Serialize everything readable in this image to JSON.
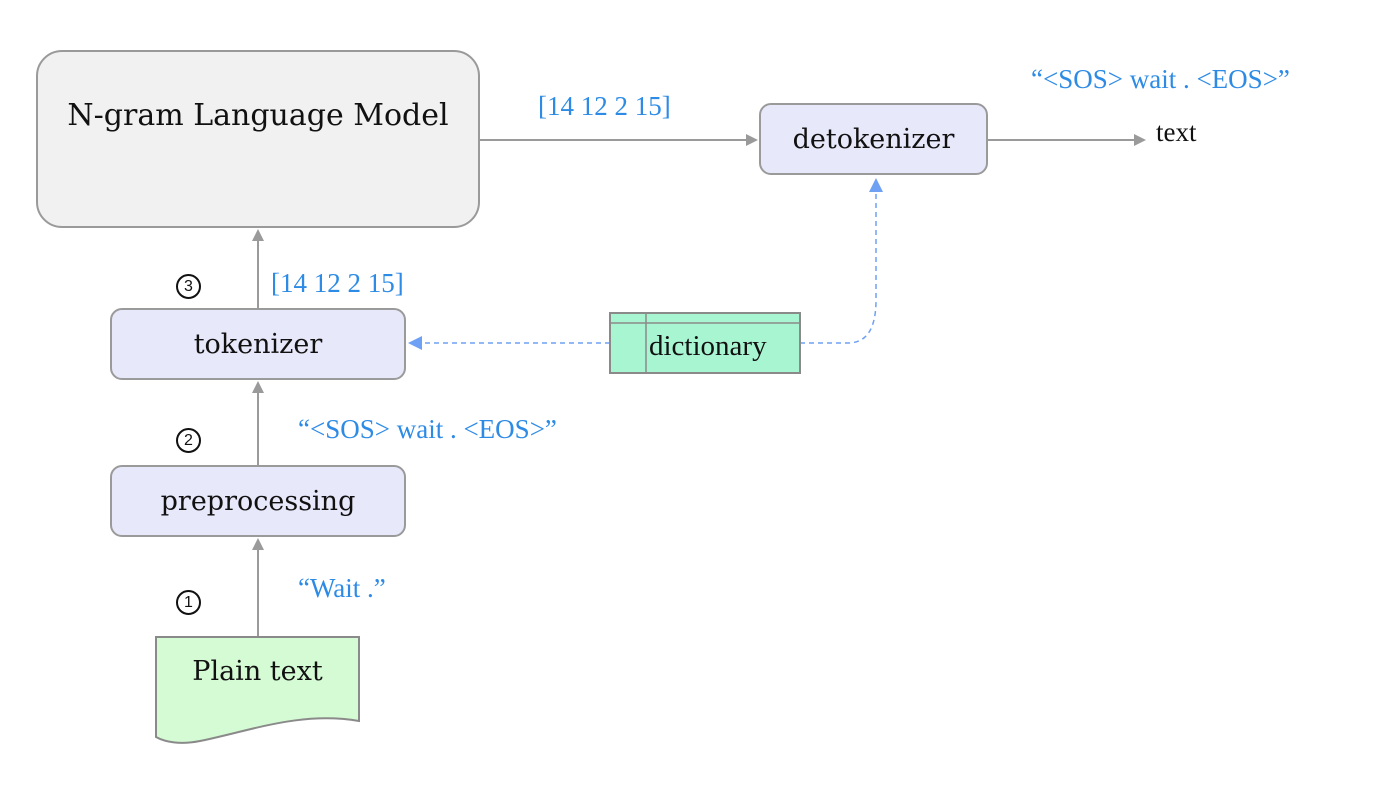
{
  "nodes": {
    "model": "N-gram  Language  Model",
    "tokenizer": "tokenizer",
    "preprocessing": "preprocessing",
    "detokenizer": "detokenizer",
    "dictionary": "dictionary",
    "plain_text": "Plain  text"
  },
  "edge_labels": {
    "model_to_detokenizer": "[14  12   2  15]",
    "tokenizer_to_model": "[14  12   2  15]",
    "preprocessing_to_tokenizer": "“<SOS>  wait  .  <EOS>”",
    "plain_text_to_preprocessing": "“Wait  .”",
    "detokenizer_output_value": "“<SOS>  wait  .  <EOS>”",
    "detokenizer_output": "text"
  },
  "steps": {
    "step1": "1",
    "step2": "2",
    "step3": "3"
  },
  "colors": {
    "edge_label": "#2d8be6",
    "arrow": "#9a9a9a",
    "dashed_arrow": "#6ea0f4",
    "model_fill": "#f1f1f1",
    "process_fill": "#e8e8fb",
    "dictionary_fill": "#a8f5d1",
    "document_fill": "#d5fbd5"
  }
}
